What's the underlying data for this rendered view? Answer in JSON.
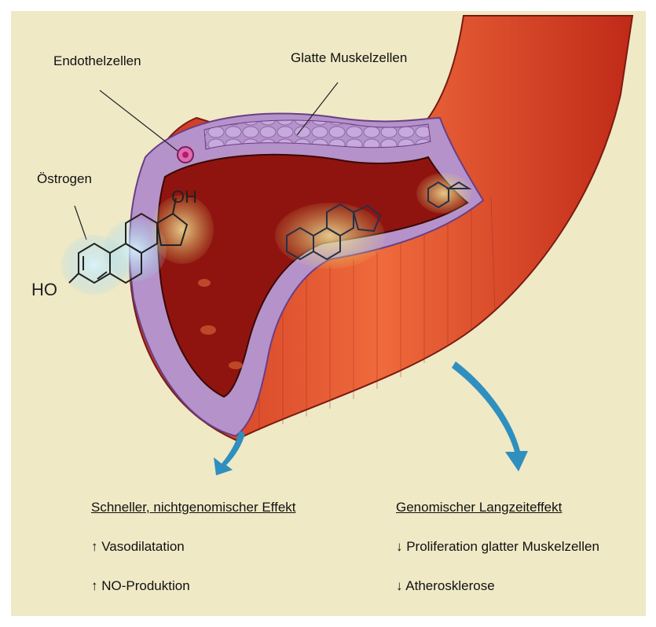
{
  "labels": {
    "endothel": "Endothelzellen",
    "smooth_muscle": "Glatte Muskelzellen",
    "estrogen": "Östrogen"
  },
  "molecule": {
    "hydroxyl_left": "HO",
    "hydroxyl_top": "OH"
  },
  "effects": {
    "fast": {
      "title": "Schneller, nichtgenomischer Effekt",
      "items": [
        "↑ Vasodilatation",
        "↑ NO-Produktion"
      ]
    },
    "genomic": {
      "title": "Genomischer Langzeiteffekt",
      "items": [
        "↓ Proliferation glatter Muskelzellen",
        "↓ Atherosklerose"
      ]
    }
  },
  "colors": {
    "background": "#efe9c6",
    "vessel_outer": "#d9402a",
    "vessel_inner": "#8f1410",
    "muscle_layer": "#b592c9",
    "arrow": "#2f8fbf"
  }
}
